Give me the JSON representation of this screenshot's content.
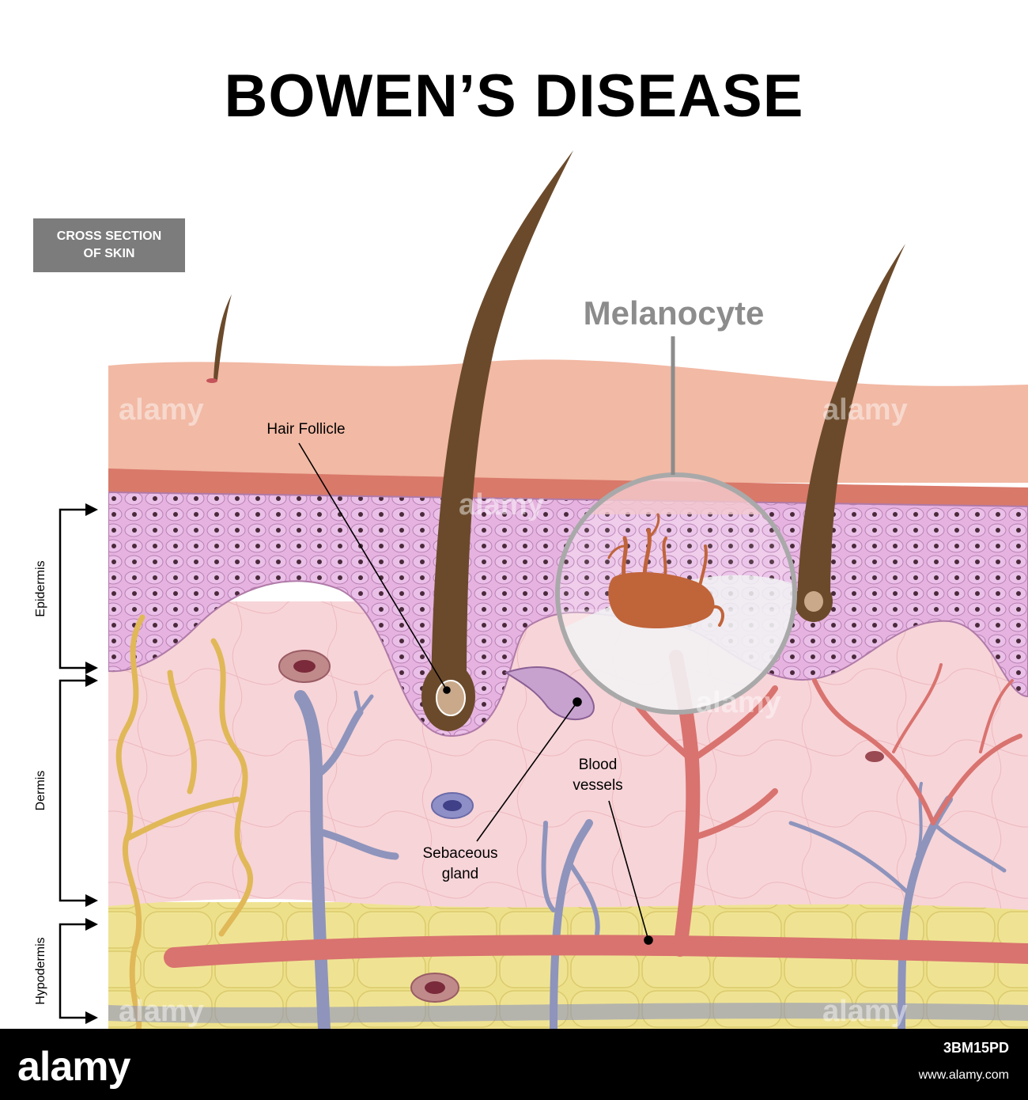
{
  "title": "BOWEN’S DISEASE",
  "badge": "CROSS SECTION\nOF SKIN",
  "labels": {
    "melanocyte": "Melanocyte",
    "hair_follicle": "Hair Follicle",
    "sebaceous_line1": "Sebaceous",
    "sebaceous_line2": "gland",
    "blood_line1": "Blood",
    "blood_line2": "vessels"
  },
  "layers": {
    "epidermis": "Epidermis",
    "dermis": "Dermis",
    "hypodermis": "Hypodermis"
  },
  "watermark": "alamy",
  "footer": {
    "logo": "alamy",
    "image_id": "3BM15PD",
    "url": "www.alamy.com"
  },
  "colors": {
    "stratum_corneum": "#f2b9a4",
    "stratum_band": "#d9796a",
    "epidermis": "#e6b3e0",
    "dermis": "#f7d4d8",
    "hypodermis": "#ede08a",
    "hair": "#6b4a2b",
    "artery": "#d9736f",
    "vein": "#8e94bc",
    "nerve": "#e0b858",
    "melanocyte": "#c0643a"
  }
}
